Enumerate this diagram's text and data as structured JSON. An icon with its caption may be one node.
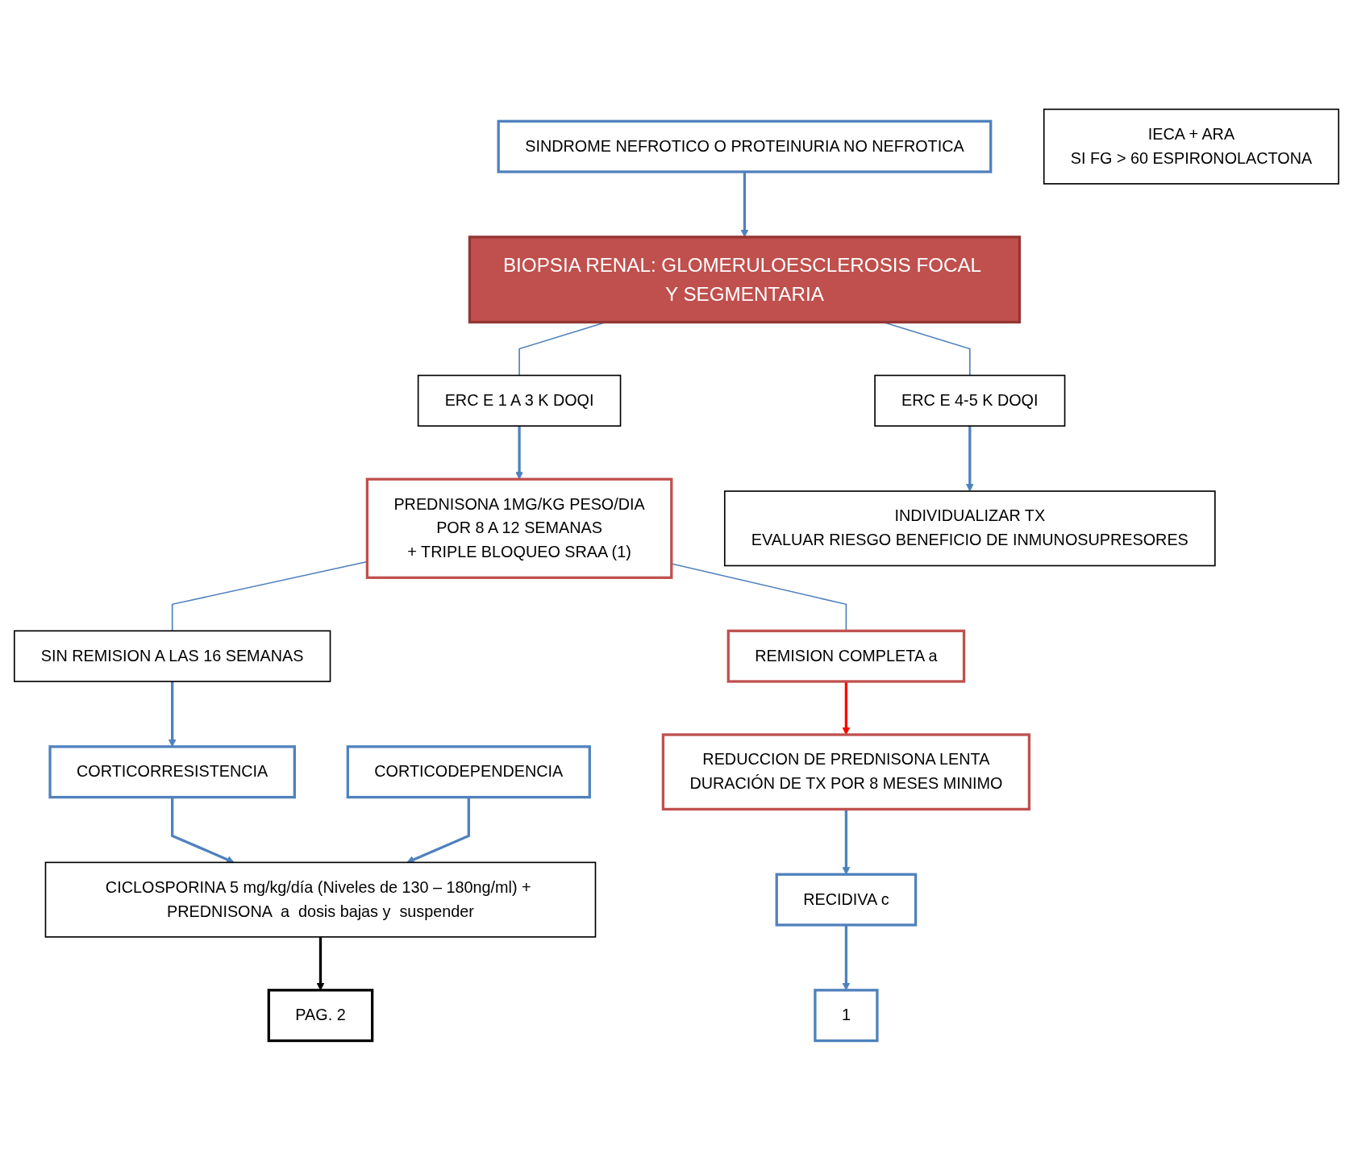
{
  "diagram": {
    "nodes": [
      {
        "text": [
          "SINDROME NEFROTICO O PROTEINURIA NO NEFROTICA"
        ]
      },
      {
        "text": [
          "BIOPSIA RENAL: GLOMERULOESCLEROSIS FOCAL Y SEGMENTARIA"
        ]
      },
      {
        "text": [
          "ERC E 1 A 3 K DOQI"
        ]
      },
      {
        "text": [
          "ERC E  4-5 K DOQI"
        ]
      },
      {
        "text": [
          "PREDNISONA 1MG/KG PESO/DIA",
          "POR 8 A 12 SEMANAS",
          "+ TRIPLE BLOQUEO SRAA (1)"
        ]
      },
      {
        "text": [
          "INDIVIDUALIZAR TX",
          "EVALUAR RIESGO BENEFICIO DE INMUNOSUPRESORES"
        ]
      },
      {
        "text": [
          "IECA + ARA",
          "SI FG > 60 ESPIRONOLACTONA"
        ]
      },
      {
        "text": [
          "SIN REMISION A LAS 16   SEMANAS"
        ]
      },
      {
        "text": [
          "REMISION COMPLETA a"
        ]
      },
      {
        "text": [
          "CORTICORRESISTENCIA"
        ]
      },
      {
        "text": [
          "CORTICODEPENDENCIA"
        ]
      },
      {
        "text": [
          "REDUCCION DE PREDNISONA LENTA",
          "DURACIÓN DE TX POR 8 MESES MINIMO"
        ]
      },
      {
        "text": [
          "CICLOSPORINA 5 mg/kg/día (Niveles de 130 – 180ng/ml) + PREDNISONA  a  dosis bajas y  suspender"
        ]
      },
      {
        "text": [
          "RECIDIVA c"
        ]
      },
      {
        "text": [
          "PAG. 2"
        ]
      },
      {
        "text": [
          "1"
        ]
      }
    ],
    "edges": [
      {
        "from": 0,
        "to": 1,
        "arrow": "to"
      },
      {
        "from": 1,
        "to": 2,
        "arrow": "none"
      },
      {
        "from": 1,
        "to": 3,
        "arrow": "none"
      },
      {
        "from": 2,
        "to": 4,
        "arrow": "to"
      },
      {
        "from": 3,
        "to": 5,
        "arrow": "to"
      },
      {
        "from": 4,
        "to": 7,
        "arrow": "none"
      },
      {
        "from": 4,
        "to": 8,
        "arrow": "none"
      },
      {
        "from": 7,
        "to": 9,
        "arrow": "to"
      },
      {
        "from": 8,
        "to": 11,
        "arrow": "to",
        "color": "#ff0000"
      },
      {
        "from": 9,
        "to": 12,
        "arrow": "to"
      },
      {
        "from": 10,
        "to": 12,
        "arrow": "to"
      },
      {
        "from": 12,
        "to": 14,
        "arrow": "to",
        "color": "#000000"
      },
      {
        "from": 11,
        "to": 13,
        "arrow": "to"
      },
      {
        "from": 13,
        "to": 15,
        "arrow": "to"
      }
    ]
  }
}
